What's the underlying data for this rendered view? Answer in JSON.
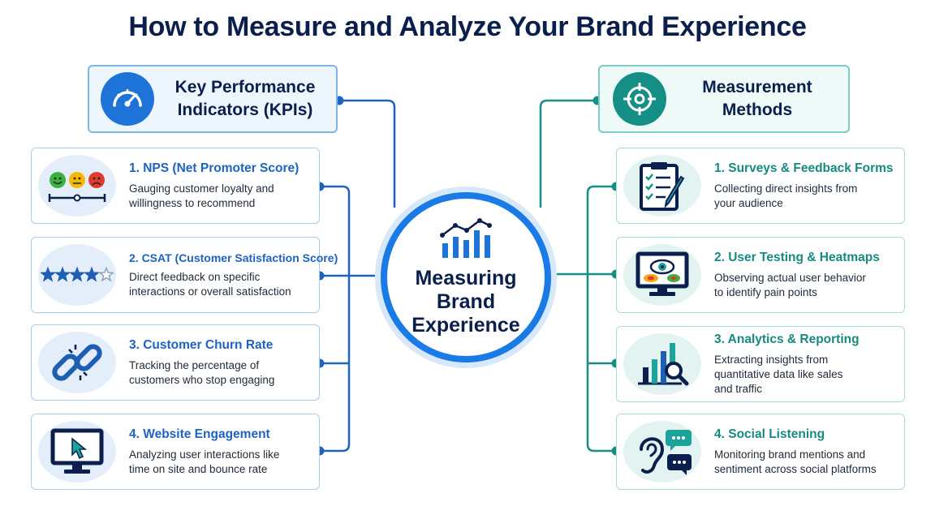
{
  "title": "How to Measure and Analyze Your Brand Experience",
  "center": {
    "label": "Measuring Brand Experience",
    "icon": "bar-chart-trend-icon"
  },
  "kpi_header": {
    "label": "Key Performance Indicators (KPIs)",
    "icon": "speedometer-icon"
  },
  "methods_header": {
    "label": "Measurement Methods",
    "icon": "target-icon"
  },
  "kpis": [
    {
      "title": "1. NPS (Net Promoter Score)",
      "desc": "Gauging customer loyalty and willingness to recommend",
      "icon": "smiley-scale-icon"
    },
    {
      "title": "2. CSAT (Customer Satisfaction Score)",
      "desc": "Direct feedback on specific interactions or overall satisfaction",
      "icon": "star-rating-icon",
      "rating": 4,
      "rating_max": 5
    },
    {
      "title": "3. Customer Churn Rate",
      "desc": "Tracking the percentage of customers who stop engaging",
      "icon": "broken-chain-icon"
    },
    {
      "title": "4. Website Engagement",
      "desc": "Analyzing user interactions like time on site and bounce rate",
      "icon": "monitor-cursor-icon"
    }
  ],
  "methods": [
    {
      "title": "1. Surveys & Feedback Forms",
      "desc": "Collecting direct insights from your audience",
      "icon": "clipboard-checklist-icon"
    },
    {
      "title": "2. User Testing & Heatmaps",
      "desc": "Observing actual user behavior to identify pain points",
      "icon": "heatmap-monitor-icon"
    },
    {
      "title": "3. Analytics & Reporting",
      "desc": "Extracting insights from quantitative data like sales and traffic",
      "icon": "chart-magnifier-icon"
    },
    {
      "title": "4. Social Listening",
      "desc": "Monitoring brand mentions and sentiment across social platforms",
      "icon": "ear-speech-bubbles-icon"
    }
  ],
  "colors": {
    "title": "#0b1f4d",
    "kpi_accent": "#1e73d8",
    "method_accent": "#158f86",
    "center_ring": "#1b7be6"
  }
}
